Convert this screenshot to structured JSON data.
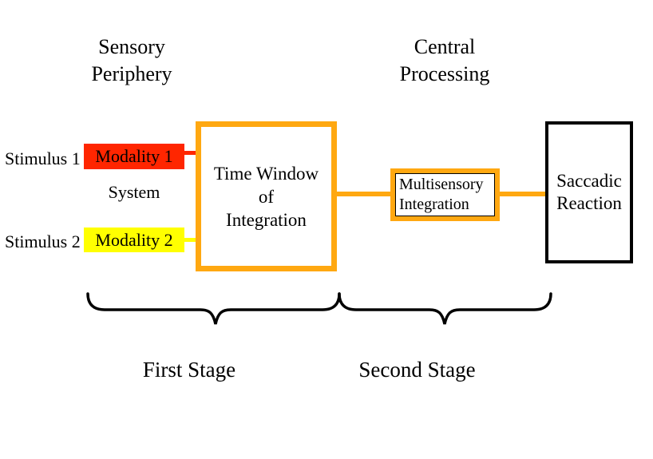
{
  "colors": {
    "orange": "#FFA811",
    "red": "#FF2600",
    "yellow": "#FFFF00",
    "black": "#000000"
  },
  "headings": {
    "sensory_periphery": "Sensory\nPeriphery",
    "central_processing": "Central\nProcessing"
  },
  "labels": {
    "stimulus1": "Stimulus 1",
    "stimulus2": "Stimulus 2",
    "system": "System",
    "first_stage": "First Stage",
    "second_stage": "Second Stage"
  },
  "boxes": {
    "modality1": {
      "label": "Modality 1",
      "fill": "#FF2600"
    },
    "modality2": {
      "label": "Modality 2",
      "fill": "#FFFF00"
    },
    "time_window": {
      "label": "Time Window\nof\nIntegration",
      "border": "#FFA811"
    },
    "multisensory": {
      "label": "Multisensory\nIntegration",
      "border": "#FFA811"
    },
    "saccadic": {
      "label": "Saccadic\nReaction",
      "border": "#000000"
    }
  }
}
